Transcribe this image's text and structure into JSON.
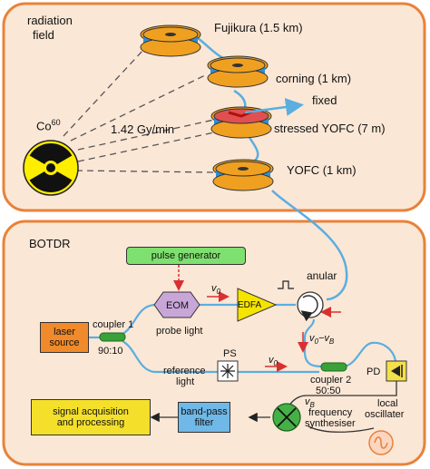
{
  "top_panel": {
    "title_line1": "radiation",
    "title_line2": "field",
    "source_label": "Co",
    "source_sup": "60",
    "dose_rate": "1.42 Gy/min",
    "spools": [
      {
        "label": "Fujikura  (1.5 km)"
      },
      {
        "label": "corning  (1 km)"
      },
      {
        "label": "stressed YOFC  (7 m)"
      },
      {
        "label": "YOFC  (1 km)"
      }
    ],
    "fixed_label": "fixed"
  },
  "bottom_panel": {
    "title": "BOTDR",
    "pulse_generator": "pulse generator",
    "eom": "EOM",
    "probe_light": "probe light",
    "v0_a": "v",
    "v0_a_sub": "0",
    "edfa": "EDFA",
    "anular": "anular",
    "laser_line1": "laser",
    "laser_line2": "source",
    "coupler1": "coupler 1",
    "coupler1_ratio": "90:10",
    "ps": "PS",
    "v0_b": "v",
    "v0_b_sub": "0",
    "reference_line1": "reference",
    "reference_line2": "light",
    "v0_minus_vb": "v",
    "v0_minus_vb_mid": "0",
    "v0_minus_vb_rest": "−v",
    "v0_minus_vb_sub": "B",
    "coupler2": "coupler 2",
    "coupler2_ratio": "50:50",
    "pd": "PD",
    "vb": "v",
    "vb_sub": "B",
    "local_line1": "local",
    "local_line2": "oscillater",
    "freq_line1": "frequency",
    "freq_line2": "synthesiser",
    "bandpass_line1": "band-pass",
    "bandpass_line2": "filter",
    "signal_line1": "signal acquisition",
    "signal_line2": "and processing"
  },
  "colors": {
    "panel_border": "#e8823a",
    "panel_fill": "#fbe7d6",
    "fiber": "#5aaee0",
    "spool_flange": "#f0a020",
    "spool_coil": "#2f8fd0",
    "hazard_yellow": "#ffee00",
    "pulse_green": "#7ee06e",
    "eom_purple": "#c9a6d8",
    "edfa_yellow": "#f5e400",
    "laser_orange": "#f08a2a",
    "coupler_green": "#3aa13a",
    "pd_yellow": "#f4e04a",
    "bandpass_blue": "#6fb8e8",
    "signal_yellow": "#f4e02a",
    "mixer_green": "#45b045",
    "arrow_red": "#d83030"
  }
}
